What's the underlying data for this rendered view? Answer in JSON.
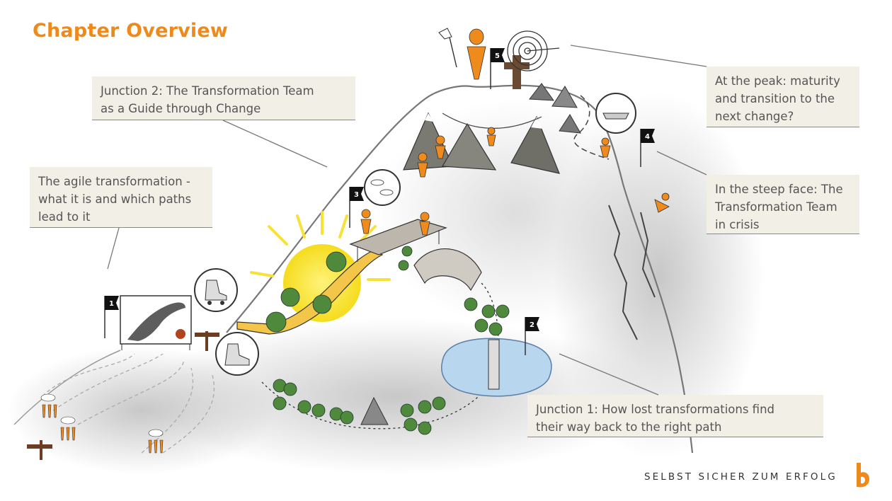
{
  "title": "Chapter Overview",
  "callouts": {
    "agile": "The agile transformation -\nwhat it is and which paths\nlead to it",
    "junction2": "Junction 2: The Transformation Team\nas a Guide through Change",
    "peak": "At the peak: maturity\nand transition to the\nnext change?",
    "steep": "In the steep face: The\nTransformation Team\nin crisis",
    "junction1": "Junction 1: How lost transformations find\ntheir way back to the right path"
  },
  "flags": [
    "1",
    "2",
    "3",
    "4",
    "5"
  ],
  "tagline": "SELBST SICHER ZUM ERFOLG",
  "colors": {
    "accent": "#ee8a1c",
    "callout_bg": "#f2efe6",
    "text": "#555555",
    "sun": "#f7e23a",
    "lake": "#b8d6ee",
    "tree": "#4f8a3c"
  }
}
